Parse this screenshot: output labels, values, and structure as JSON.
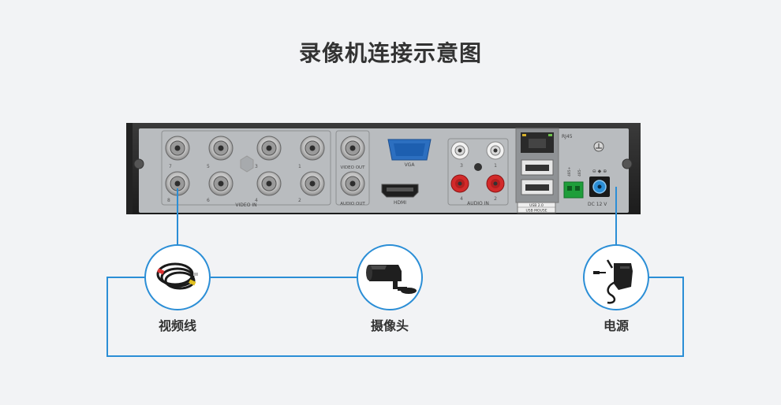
{
  "title": "录像机连接示意图",
  "panel": {
    "bnc_numbers": [
      "7",
      "5",
      "3",
      "1",
      "8",
      "6",
      "4",
      "2"
    ],
    "video_in_label": "VIDEO IN",
    "video_out_label": "VIDEO OUT",
    "audio_out_label": "AUDIO OUT",
    "vga_label": "VGA",
    "hdmi_label": "HDMI",
    "audio_numbers": [
      "3",
      "1",
      "4",
      "2"
    ],
    "audio_in_label": "AUDIO IN",
    "rj45_label": "RJ45",
    "usb_label_1": "USB 2.0",
    "usb_label_2": "USB MOUSE",
    "dc_label": "DC 12 V",
    "rs485_a": "485+",
    "rs485_b": "485-"
  },
  "nodes": [
    {
      "label": "视频线",
      "icon": "video-cable-icon"
    },
    {
      "label": "摄像头",
      "icon": "camera-icon"
    },
    {
      "label": "电源",
      "icon": "power-adapter-icon"
    }
  ],
  "colors": {
    "connector_line": "#2b8ed6",
    "panel_frame": "#2a2a2a",
    "panel_face": "#b9bcbf"
  }
}
